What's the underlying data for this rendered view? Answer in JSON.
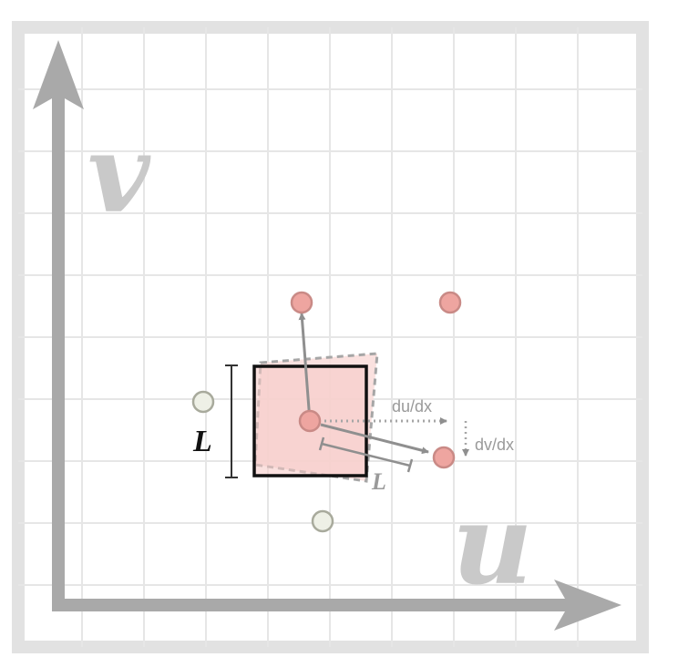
{
  "axes": {
    "u_label": "u",
    "v_label": "v"
  },
  "footprint": {
    "side_label": "L",
    "projected_side_label": "L"
  },
  "derivatives": {
    "du_dx": "du/dx",
    "dv_dx": "dv/dx"
  },
  "colors": {
    "grid_line": "#e6e6e6",
    "frame": "#e2e2e2",
    "axis": "#a9a9a9",
    "texel_fill": "#eea5a0",
    "texel_stroke": "#c98a86",
    "neighbor_fill": "#eef0e6",
    "neighbor_stroke": "#a8aa9c",
    "footprint_fill": "#f9dcd9"
  }
}
